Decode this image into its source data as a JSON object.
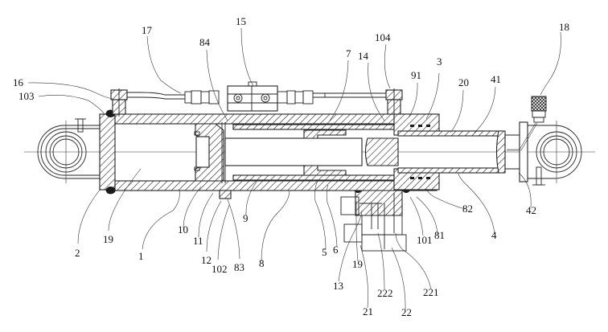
{
  "figure": {
    "type": "patent-drawing",
    "subject": "hydraulic cylinder cross-section",
    "line_color": "#222222",
    "background": "#ffffff"
  },
  "labels": [
    {
      "id": "L17",
      "text": "17"
    },
    {
      "id": "L15",
      "text": "15"
    },
    {
      "id": "L84",
      "text": "84"
    },
    {
      "id": "L104",
      "text": "104"
    },
    {
      "id": "L18",
      "text": "18"
    },
    {
      "id": "L16",
      "text": "16"
    },
    {
      "id": "L103",
      "text": "103"
    },
    {
      "id": "L7",
      "text": "7"
    },
    {
      "id": "L14",
      "text": "14"
    },
    {
      "id": "L91",
      "text": "91"
    },
    {
      "id": "L3",
      "text": "3"
    },
    {
      "id": "L20",
      "text": "20"
    },
    {
      "id": "L41",
      "text": "41"
    },
    {
      "id": "L2",
      "text": "2"
    },
    {
      "id": "L19a",
      "text": "19"
    },
    {
      "id": "L1",
      "text": "1"
    },
    {
      "id": "L10",
      "text": "10"
    },
    {
      "id": "L11",
      "text": "11"
    },
    {
      "id": "L12",
      "text": "12"
    },
    {
      "id": "L102",
      "text": "102"
    },
    {
      "id": "L83",
      "text": "83"
    },
    {
      "id": "L9",
      "text": "9"
    },
    {
      "id": "L8",
      "text": "8"
    },
    {
      "id": "L5",
      "text": "5"
    },
    {
      "id": "L6",
      "text": "6"
    },
    {
      "id": "L13",
      "text": "13"
    },
    {
      "id": "L19b",
      "text": "19"
    },
    {
      "id": "L21",
      "text": "21"
    },
    {
      "id": "L222",
      "text": "222"
    },
    {
      "id": "L22",
      "text": "22"
    },
    {
      "id": "L221",
      "text": "221"
    },
    {
      "id": "L101",
      "text": "101"
    },
    {
      "id": "L81",
      "text": "81"
    },
    {
      "id": "L82",
      "text": "82"
    },
    {
      "id": "L4",
      "text": "4"
    },
    {
      "id": "L42",
      "text": "42"
    }
  ]
}
